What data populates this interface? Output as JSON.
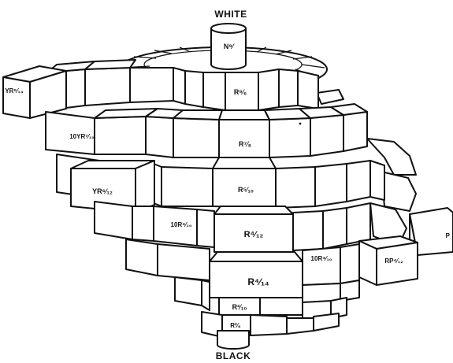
{
  "diagram": {
    "top_label": "WHITE",
    "bottom_label": "BLACK",
    "axis_top_chip": "N⁹⁄",
    "chips": {
      "yr9_left": "YR⁹⁄₁₄",
      "r9_top": "R⁹⁄₆",
      "yr7_10": "10YR⁷⁄₁₀",
      "r7_8": "R⁷⁄₈",
      "yr6_12": "YR⁶⁄₁₂",
      "r5_10": "R⁵⁄₁₀",
      "r4_10_left": "10R⁴⁄₁₀",
      "r4_12": "R⁴⁄₁₂",
      "r4_10_right": "10R⁴⁄₁₀",
      "rp4_12": "RP⁴⁄₁₂",
      "r4_14": "R⁴⁄₁₄",
      "r3_10": "R³⁄₁₀",
      "r2_6": "R²⁄₆",
      "edge_right": "P"
    }
  }
}
